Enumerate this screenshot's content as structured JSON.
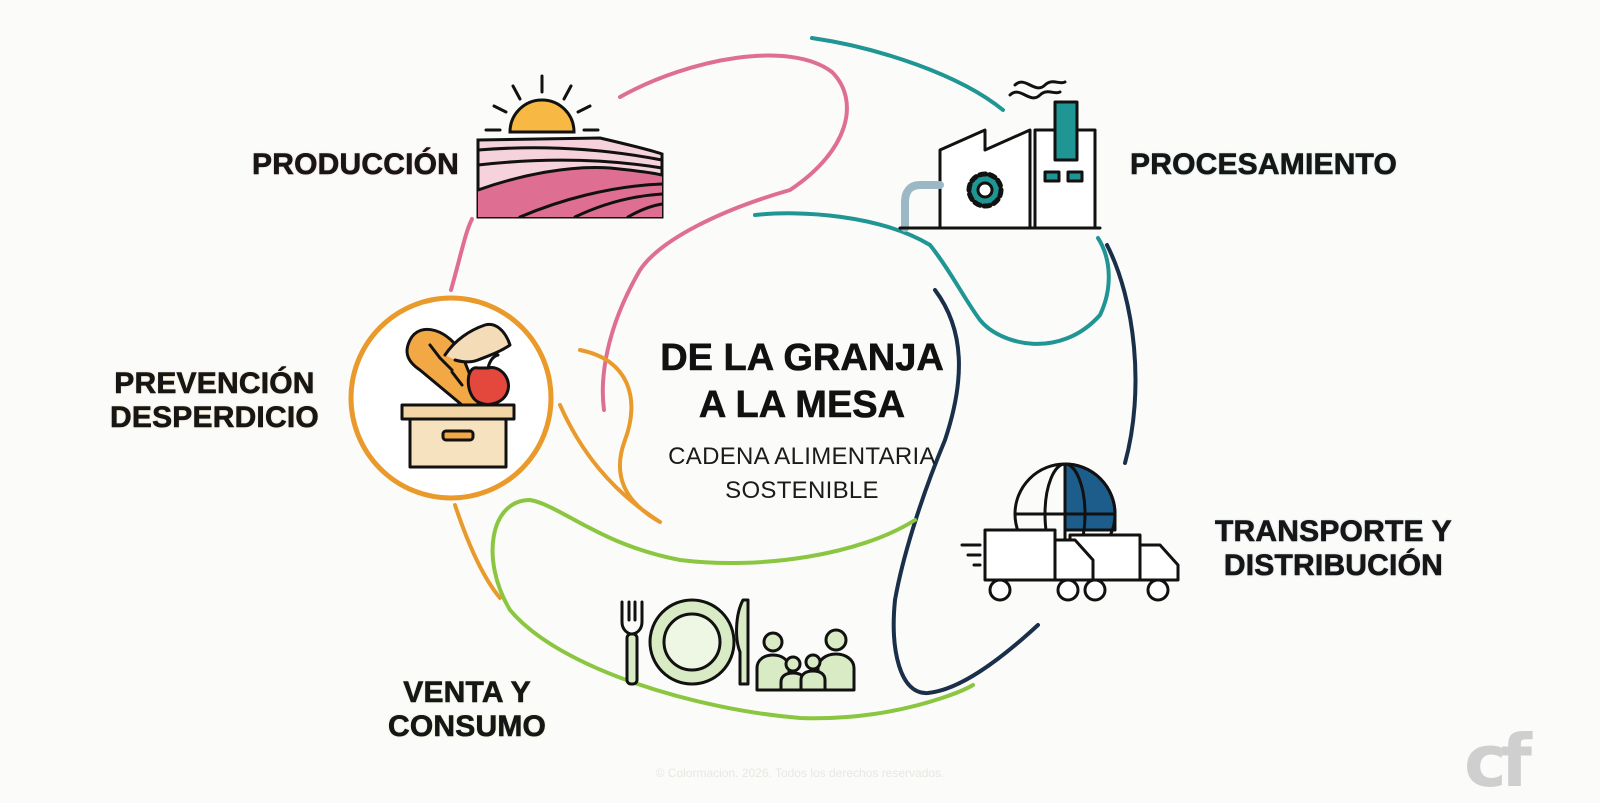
{
  "title": {
    "line1": "DE LA GRANJA",
    "line2": "A LA MESA"
  },
  "subtitle": {
    "line1": "CADENA ALIMENTARIA",
    "line2": "SOSTENIBLE"
  },
  "stages": [
    {
      "id": "produccion",
      "lines": [
        "PRODUCCIÓN"
      ],
      "color": "#b03a62",
      "icon": "farm-sunrise-icon"
    },
    {
      "id": "procesamiento",
      "lines": [
        "PROCESAMIENTO"
      ],
      "color": "#1f9594",
      "icon": "factory-icon"
    },
    {
      "id": "transporte",
      "lines": [
        "TRANSPORTE Y",
        "DISTRIBUCIÓN"
      ],
      "color": "#1a2f4a",
      "icon": "globe-trucks-icon"
    },
    {
      "id": "venta",
      "lines": [
        "VENTA Y",
        "CONSUMO"
      ],
      "color": "#8ac640",
      "icon": "plate-family-icon"
    },
    {
      "id": "prevencion",
      "lines": [
        "PREVENCIÓN",
        "DESPERDICIO"
      ],
      "color": "#e99a2b",
      "icon": "food-donation-box-icon"
    }
  ],
  "colors": {
    "text_dark": "#111111",
    "label_text": "#161616",
    "pink": "#de6f92",
    "teal": "#1f9594",
    "navy": "#1a2f4a",
    "green": "#8ac640",
    "orange": "#e99a2b"
  },
  "footer": {
    "copyright": "© Colormacion. 2026. Todos los derechos reservados."
  },
  "logo": {
    "text": "cf"
  }
}
